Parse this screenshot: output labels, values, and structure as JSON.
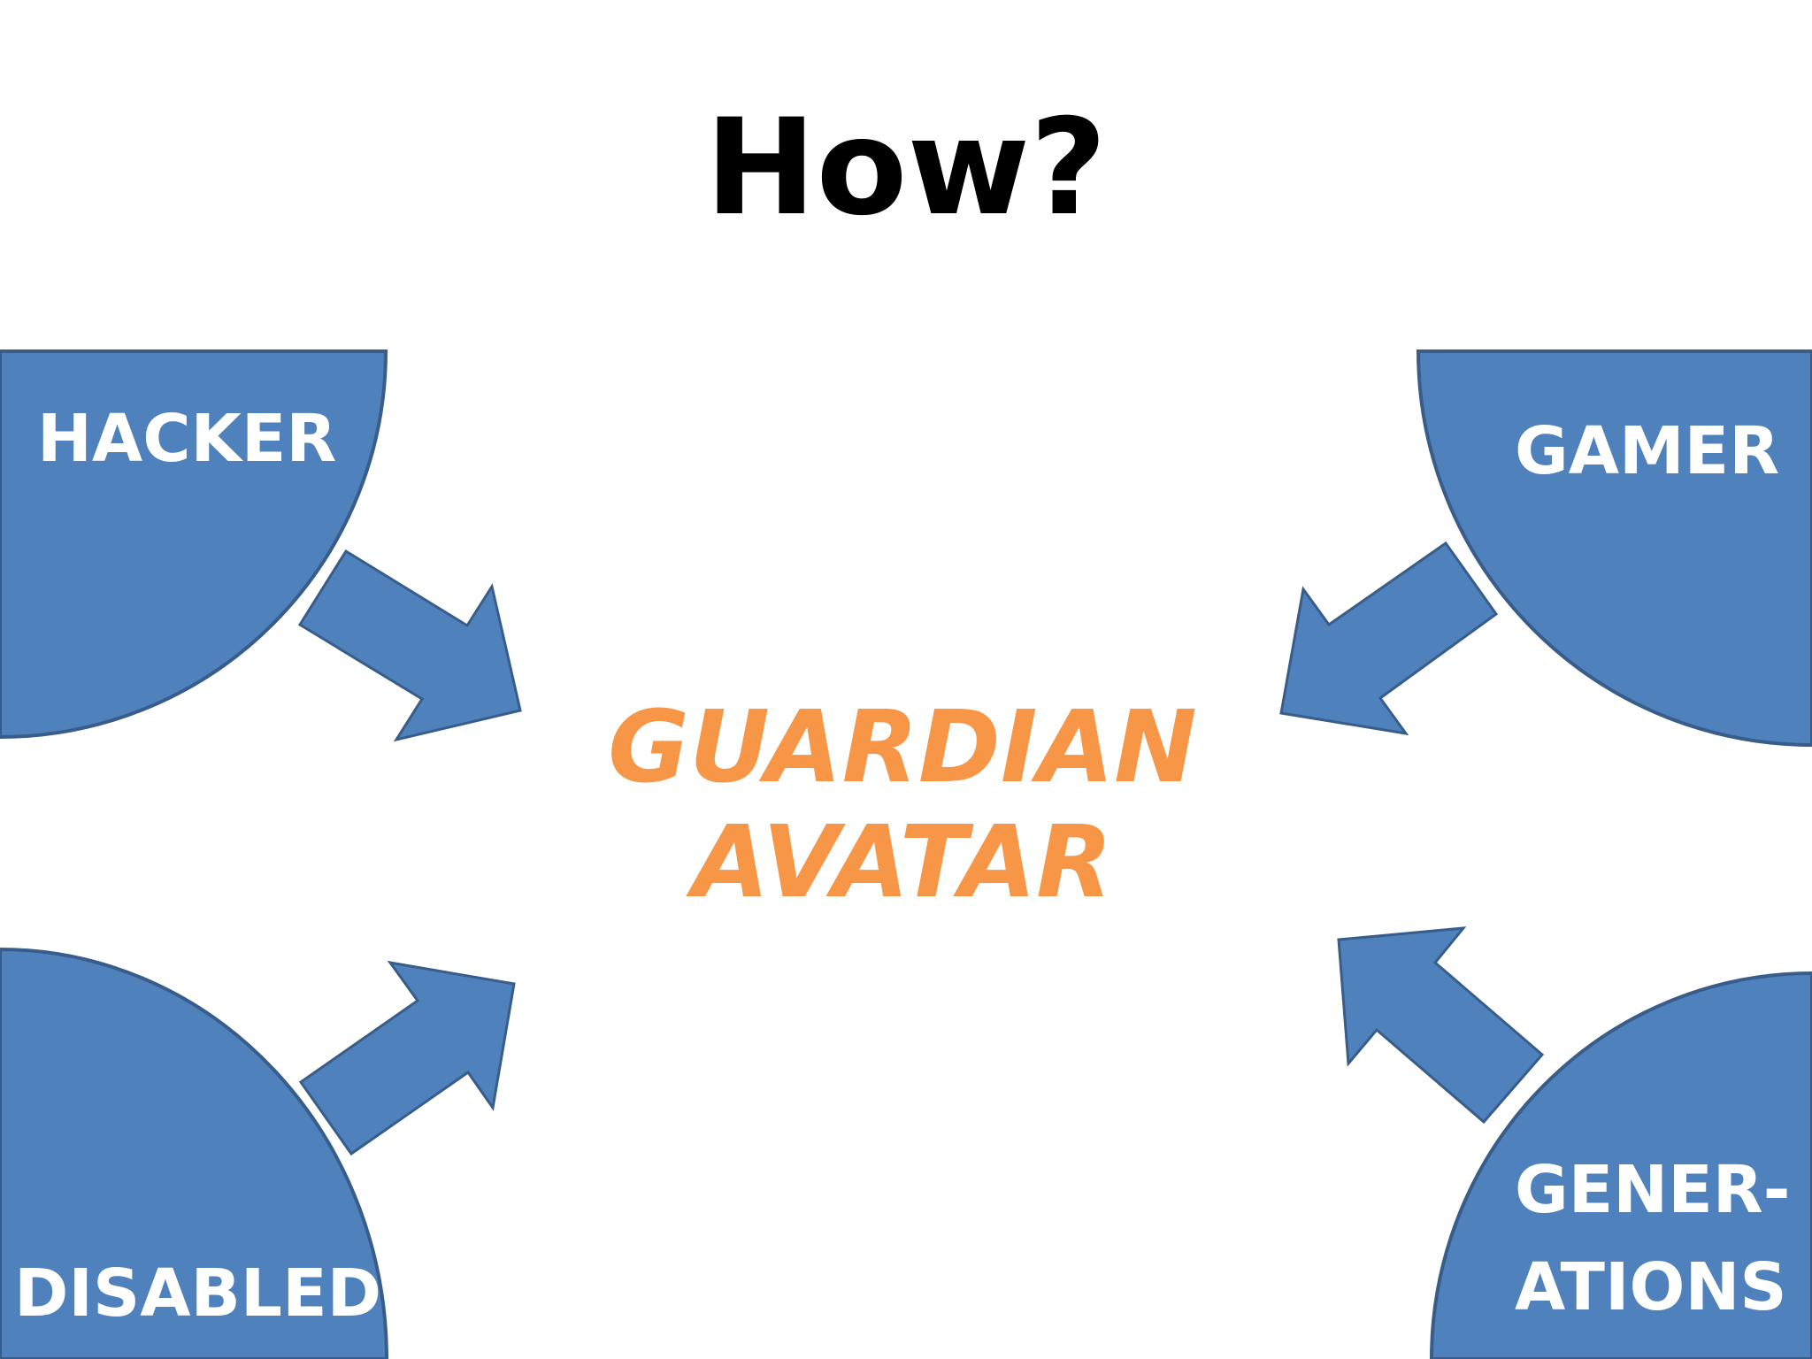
{
  "title": "How?",
  "center": {
    "line1": "GUARDIAN",
    "line2": "AVATAR",
    "color": "#f79646"
  },
  "nodes": {
    "hacker": "HACKER",
    "gamer": "GAMER",
    "disabled": "DISABLED",
    "generations_line1": "GENER-",
    "generations_line2": "ATIONS"
  },
  "colors": {
    "shape_fill": "#4f81bd",
    "shape_stroke": "#385d8a",
    "label_text": "#ffffff",
    "title_text": "#000000"
  }
}
